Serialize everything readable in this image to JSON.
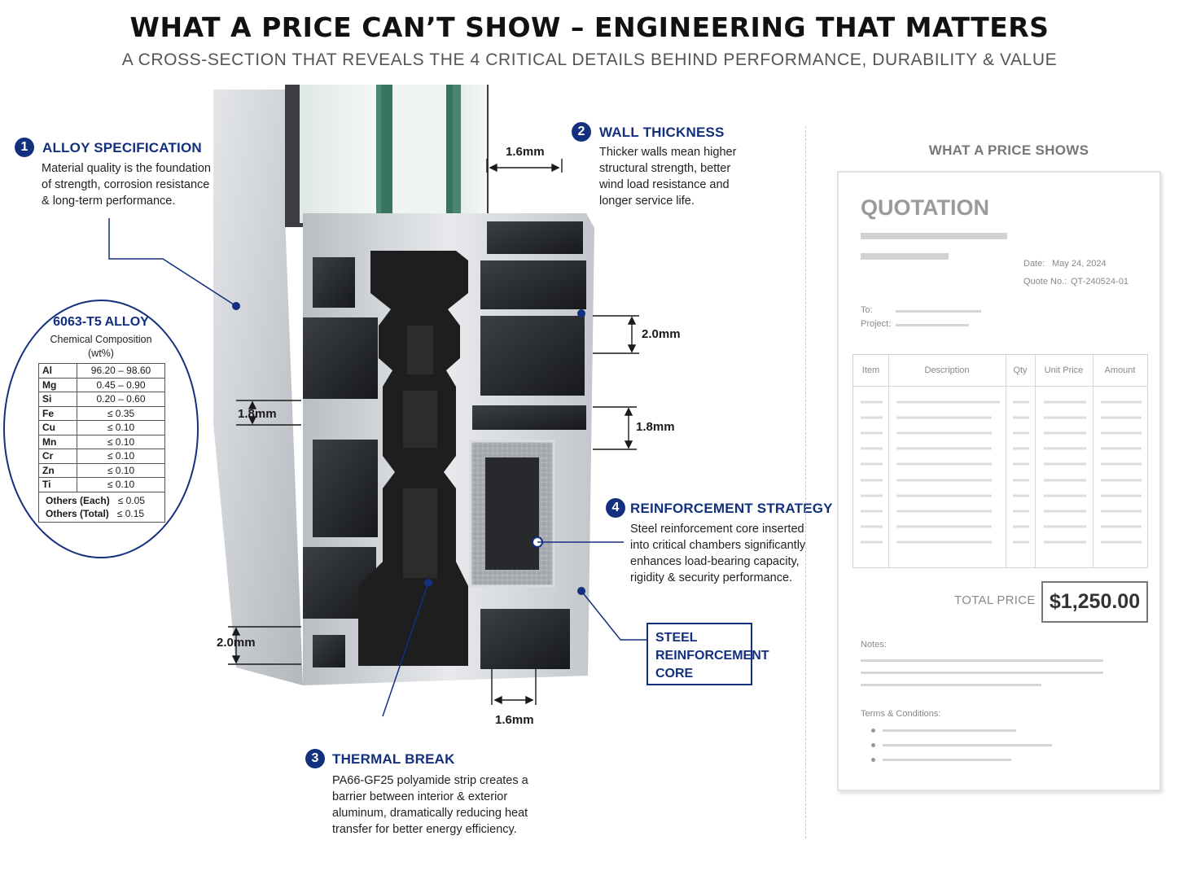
{
  "header": {
    "title": "WHAT A PRICE CAN’T SHOW – ENGINEERING THAT MATTERS",
    "subtitle": "A CROSS-SECTION THAT REVEALS THE 4 CRITICAL DETAILS BEHIND PERFORMANCE, DURABILITY & VALUE"
  },
  "callouts": [
    {
      "num": "1",
      "title": "ALLOY SPECIFICATION",
      "lines": [
        "Material quality is the foundation",
        "of strength, corrosion resistance",
        "& long-term performance."
      ]
    },
    {
      "num": "2",
      "title": "WALL THICKNESS",
      "lines": [
        "Thicker walls mean higher",
        "structural strength, better",
        "wind load resistance and",
        "longer service life."
      ]
    },
    {
      "num": "3",
      "title": "THERMAL BREAK",
      "lines": [
        "PA66-GF25 polyamide strip creates a",
        "barrier between interior & exterior",
        "aluminum, dramatically reducing heat",
        "transfer for better energy efficiency."
      ]
    },
    {
      "num": "4",
      "title": "REINFORCEMENT STRATEGY",
      "lines": [
        "Steel reinforcement core inserted",
        "into critical chambers significantly",
        "enhances load-bearing capacity,",
        "rigidity & security performance."
      ]
    }
  ],
  "alloy": {
    "title": "6063-T5 ALLOY",
    "subtitle_line1": "Chemical Composition",
    "subtitle_line2": "(wt%)",
    "rows": [
      {
        "el": "Al",
        "val": "96.20 – 98.60"
      },
      {
        "el": "Mg",
        "val": "0.45 – 0.90"
      },
      {
        "el": "Si",
        "val": "0.20 – 0.60"
      },
      {
        "el": "Fe",
        "val": "≤ 0.35"
      },
      {
        "el": "Cu",
        "val": "≤ 0.10"
      },
      {
        "el": "Mn",
        "val": "≤ 0.10"
      },
      {
        "el": "Cr",
        "val": "≤ 0.10"
      },
      {
        "el": "Zn",
        "val": "≤ 0.10"
      },
      {
        "el": "Ti",
        "val": "≤ 0.10"
      }
    ],
    "others": [
      {
        "label": "Others (Each)",
        "val": "≤ 0.05"
      },
      {
        "label": "Others (Total)",
        "val": "≤ 0.15"
      }
    ]
  },
  "dimensions": {
    "top_wall": "1.6mm",
    "right_upper": "2.0mm",
    "right_mid": "1.8mm",
    "left_mid": "1.8mm",
    "left_low": "2.0mm",
    "bottom_wall": "1.6mm"
  },
  "steel_label": {
    "line1": "STEEL",
    "line2": "REINFORCEMENT",
    "line3": "CORE"
  },
  "price_panel": {
    "heading": "WHAT A PRICE SHOWS",
    "doc_title": "QUOTATION",
    "date_label": "Date:",
    "date_value": "May 24, 2024",
    "quote_label": "Quote No.:",
    "quote_value": "QT-240524-01",
    "to_label": "To:",
    "project_label": "Project:",
    "columns": [
      "Item",
      "Description",
      "Qty",
      "Unit Price",
      "Amount"
    ],
    "total_label": "TOTAL PRICE",
    "total_value": "$1,250.00",
    "notes_label": "Notes:",
    "terms_label": "Terms & Conditions:"
  },
  "colors": {
    "accent": "#13307f",
    "aluminum": "#c9cdd2",
    "thermal_break": "#1e1e1e",
    "glass": "#3a7a63"
  }
}
